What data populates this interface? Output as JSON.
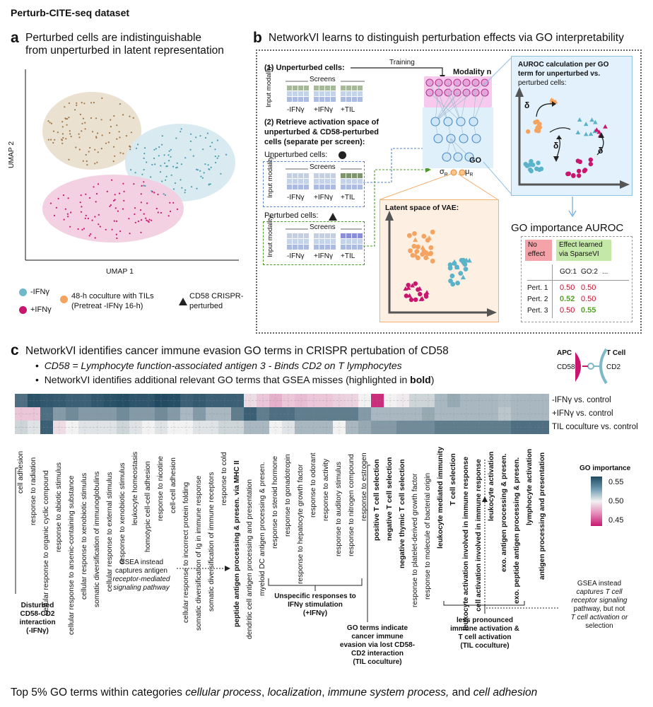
{
  "page_title": "Perturb-CITE-seq dataset",
  "panel_a": {
    "letter": "a",
    "title_line1": "Perturbed cells are indistinguishable",
    "title_line2": "from unperturbed in latent representation",
    "xlabel": "UMAP 1",
    "ylabel": "UMAP 2",
    "legend": {
      "minus_ifn": "-IFNγ",
      "plus_ifn": "+IFNγ",
      "coculture_line1": "48-h coculture with TILs",
      "coculture_line2": "(Pretreat -IFNγ 16-h)",
      "crispr_line1": "CD58 CRISPR-",
      "crispr_line2": "perturbed"
    },
    "colors": {
      "minus_ifn": "#6fb9c9",
      "plus_ifn": "#c8166f",
      "coculture": "#f4a460"
    }
  },
  "panel_b": {
    "letter": "b",
    "title": "NetworkVI learns to distinguish perturbation effects via GO interpretability",
    "training": "Training",
    "step1": "(1) Unperturbed cells:",
    "step2_line1": "(2) Retrieve activation space of",
    "step2_line2": "unperturbed & CD58-perturbed",
    "step2_line3": "cells (separate per screen):",
    "screens": "Screens",
    "input_modality_1": "Input",
    "input_modality_2": "modality",
    "screen_labels": [
      "-IFNγ",
      "+IFNγ",
      "+TIL"
    ],
    "unperturbed_cells": "Unperturbed cells:",
    "perturbed_cells": "Perturbed cells:",
    "modality_n": "Modality n",
    "go": "GO",
    "sigma": "σ",
    "mu": "μ",
    "subscript_r": "R",
    "latent_title": "Latent space of VAE:",
    "auroc_line1": "AUROC calculation per GO",
    "auroc_line2": "term for unperturbed vs.",
    "auroc_line3": "perturbed cells:",
    "delta": "δ",
    "go_importance_title": "GO importance AUROC",
    "no_effect_line1": "No",
    "no_effect_line2": "effect",
    "effect_learned_line1": "Effect learned",
    "effect_learned_line2": "via SparseVI",
    "table": {
      "headers": [
        "GO:1",
        "GO:2",
        "..."
      ],
      "rows": [
        {
          "label": "Pert. 1",
          "v1": "0.50",
          "v2": "0.50"
        },
        {
          "label": "Pert. 2",
          "v1": "0.52",
          "v2": "0.50"
        },
        {
          "label": "Pert. 3",
          "v1": "0.50",
          "v2": "0.55"
        }
      ]
    }
  },
  "panel_c": {
    "letter": "c",
    "title": "NetworkVI identifies cancer immune evasion GO terms in CRISPR pertubation of CD58",
    "bullet1": "CD58 = Lymphocyte function-associated antigen 3 - Binds CD2 on T lymphocytes",
    "bullet2_pre": "NetworkVI identifies additional relevant GO terms that GSEA misses (highlighted in ",
    "bullet2_bold": "bold",
    "bullet2_post": ")",
    "apc": "APC",
    "tcell": "T Cell",
    "cd58": "CD58",
    "cd2": "CD2",
    "rows": [
      "-IFNγ vs. control",
      "+IFNγ vs. control",
      "TIL coculture vs. control"
    ],
    "colorbar_title": "GO importance",
    "colorbar_ticks": [
      "0.55",
      "0.50",
      "0.45"
    ],
    "terms": [
      {
        "t": "cell adhesion",
        "b": false
      },
      {
        "t": "response to radiation",
        "b": false
      },
      {
        "t": "cellular response to organic cyclic compound",
        "b": false
      },
      {
        "t": "response to abiotic stimulus",
        "b": false
      },
      {
        "t": "cellular response to arsenic-containing substance",
        "b": false
      },
      {
        "t": "cellular response to xenobiotic stimulus",
        "b": false
      },
      {
        "t": "somatic diversification of immunoglobulins",
        "b": false
      },
      {
        "t": "cellular response to external stimulus",
        "b": false
      },
      {
        "t": "response to xenobiotic stimulus",
        "b": false
      },
      {
        "t": "leukocyte homeostasis",
        "b": false
      },
      {
        "t": "homotypic cell-cell adhesion",
        "b": false
      },
      {
        "t": "response to nicotine",
        "b": false
      },
      {
        "t": "cell-cell adhesion",
        "b": false
      },
      {
        "t": "cellular response to incorrect protein folding",
        "b": false
      },
      {
        "t": "somatic diversification of Ig in immune response",
        "b": false
      },
      {
        "t": "somatic diversification of immune receptors",
        "b": false
      },
      {
        "t": "response to cold",
        "b": false
      },
      {
        "t": "peptide antigen processing & presen. via MHC II",
        "b": true
      },
      {
        "t": "dendritic cell antigen processing and presentation",
        "b": false
      },
      {
        "t": "myeloid DC antigen processing & presen.",
        "b": false
      },
      {
        "t": "response to steroid hormone",
        "b": false
      },
      {
        "t": "response to gonadotropin",
        "b": false
      },
      {
        "t": "response to hepatocyte growth factor",
        "b": false
      },
      {
        "t": "response to odorant",
        "b": false
      },
      {
        "t": "response to activity",
        "b": false
      },
      {
        "t": "response to auditory stimulus",
        "b": false
      },
      {
        "t": "response to nitrogen compound",
        "b": false
      },
      {
        "t": "response to estrogen",
        "b": false
      },
      {
        "t": "positive T cell selection",
        "b": true
      },
      {
        "t": "negative T cell selection",
        "b": true
      },
      {
        "t": "negative thymic T cell selection",
        "b": true
      },
      {
        "t": "response to platelet-derived growth factor",
        "b": false
      },
      {
        "t": "response to molecule of bacterial origin",
        "b": false
      },
      {
        "t": "leukocyte mediated immunity",
        "b": true
      },
      {
        "t": "T cell selection",
        "b": true
      },
      {
        "t": "leukocyte activation involved in immune response",
        "b": true
      },
      {
        "t": "cell activation involved in immune response",
        "b": true
      },
      {
        "t": "leukocyte activation",
        "b": true
      },
      {
        "t": "exo. antigen processing & presen.",
        "b": true
      },
      {
        "t": "exo. peptide antigen processing & presen.",
        "b": true
      },
      {
        "t": "lymphocyte activation",
        "b": true
      },
      {
        "t": "antigen processing and presentation",
        "b": true
      }
    ],
    "heat": [
      [
        0.545,
        0.555,
        0.553,
        0.552,
        0.55,
        0.55,
        0.553,
        0.555,
        0.556,
        0.554,
        0.554,
        0.557,
        0.556,
        0.55,
        0.552,
        0.55,
        0.55,
        0.55,
        0.495,
        0.49,
        0.485,
        0.49,
        0.488,
        0.49,
        0.49,
        0.492,
        0.493,
        0.5,
        0.455,
        0.5,
        0.498,
        0.51,
        0.51,
        0.52,
        0.525,
        0.52,
        0.52,
        0.52,
        0.518,
        0.52,
        0.52,
        0.52
      ],
      [
        0.49,
        0.49,
        0.545,
        0.53,
        0.535,
        0.53,
        0.53,
        0.53,
        0.535,
        0.53,
        0.53,
        0.535,
        0.53,
        0.52,
        0.53,
        0.52,
        0.52,
        0.54,
        0.55,
        0.54,
        0.545,
        0.545,
        0.54,
        0.54,
        0.54,
        0.54,
        0.54,
        0.53,
        0.52,
        0.52,
        0.52,
        0.52,
        0.525,
        0.52,
        0.52,
        0.52,
        0.52,
        0.52,
        0.515,
        0.52,
        0.52,
        0.52
      ],
      [
        0.51,
        0.505,
        0.55,
        0.495,
        0.5,
        0.505,
        0.505,
        0.505,
        0.51,
        0.505,
        0.5,
        0.505,
        0.5,
        0.5,
        0.505,
        0.505,
        0.51,
        0.51,
        0.52,
        0.52,
        0.5,
        0.505,
        0.52,
        0.52,
        0.52,
        0.5,
        0.52,
        0.525,
        0.53,
        0.53,
        0.535,
        0.535,
        0.535,
        0.54,
        0.54,
        0.54,
        0.54,
        0.54,
        0.54,
        0.545,
        0.545,
        0.545
      ]
    ],
    "annotations": {
      "disturbed": [
        "Disturbed",
        "CD58-CD2",
        "interaction",
        "(-IFNγ)"
      ],
      "gsea_left": [
        "GSEA instead",
        "captures antigen",
        "receptor-mediated",
        "signaling pathway"
      ],
      "unspecific": [
        "Unspecific responses to",
        "IFNγ stimulation",
        "(+IFNγ)"
      ],
      "go_terms_indicate": [
        "GO terms indicate",
        "cancer immune",
        "evasion via lost CD58-",
        "CD2 interaction",
        "(TIL coculture)"
      ],
      "less_pronounced": [
        "less pronounced",
        "immune activation &",
        "T cell activation",
        "(TIL coculture)"
      ],
      "gsea_right": [
        "GSEA instead",
        "captures T cell",
        "receptor signaling",
        "pathway, but not",
        "T cell activation or",
        "selection"
      ]
    }
  },
  "footer": {
    "pre": "Top 5% GO terms within categories ",
    "i1": "cellular process",
    "sep1": ", ",
    "i2": "localization",
    "sep2": ", ",
    "i3": "immune system process,",
    "mid": " and ",
    "i4": "cell adhesion"
  }
}
